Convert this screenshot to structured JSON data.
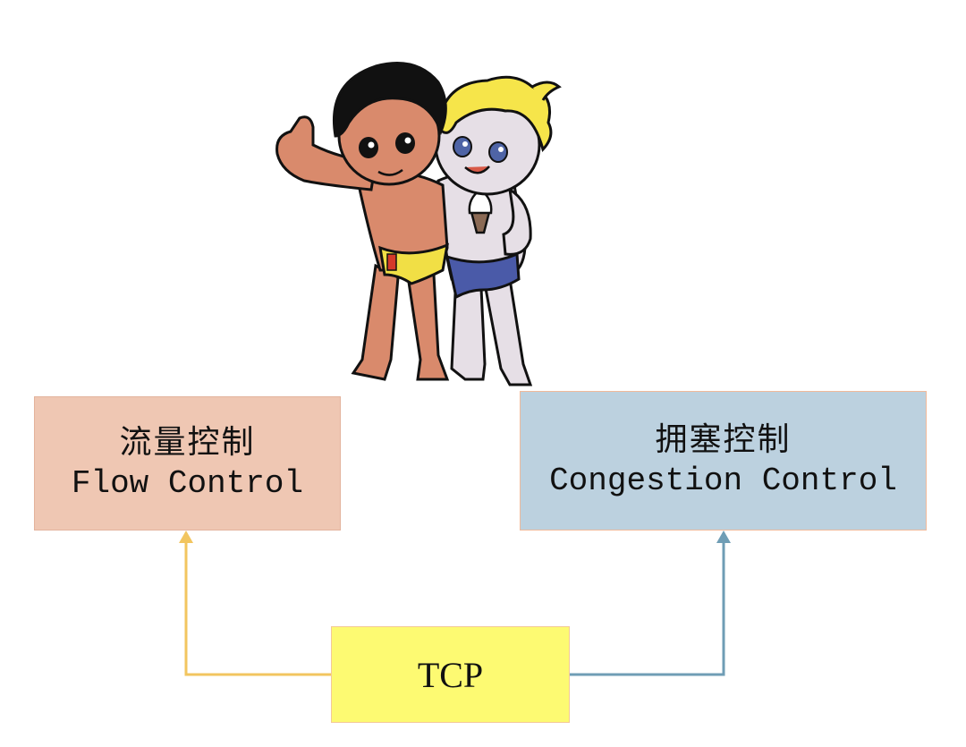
{
  "diagram": {
    "nodes": {
      "flow_control": {
        "title_cn": "流量控制",
        "title_en": "Flow Control",
        "fill": "#efc7b3"
      },
      "congestion_control": {
        "title_cn": "拥塞控制",
        "title_en": "Congestion Control",
        "fill": "#bcd1df"
      },
      "tcp": {
        "label": "TCP",
        "fill": "#fdfa72"
      }
    },
    "edges": [
      {
        "from": "tcp",
        "to": "flow_control",
        "color": "#f2c55f"
      },
      {
        "from": "tcp",
        "to": "congestion_control",
        "color": "#6f9db5"
      }
    ],
    "illustration": {
      "icon": "two-boys-mascot-icon"
    }
  }
}
